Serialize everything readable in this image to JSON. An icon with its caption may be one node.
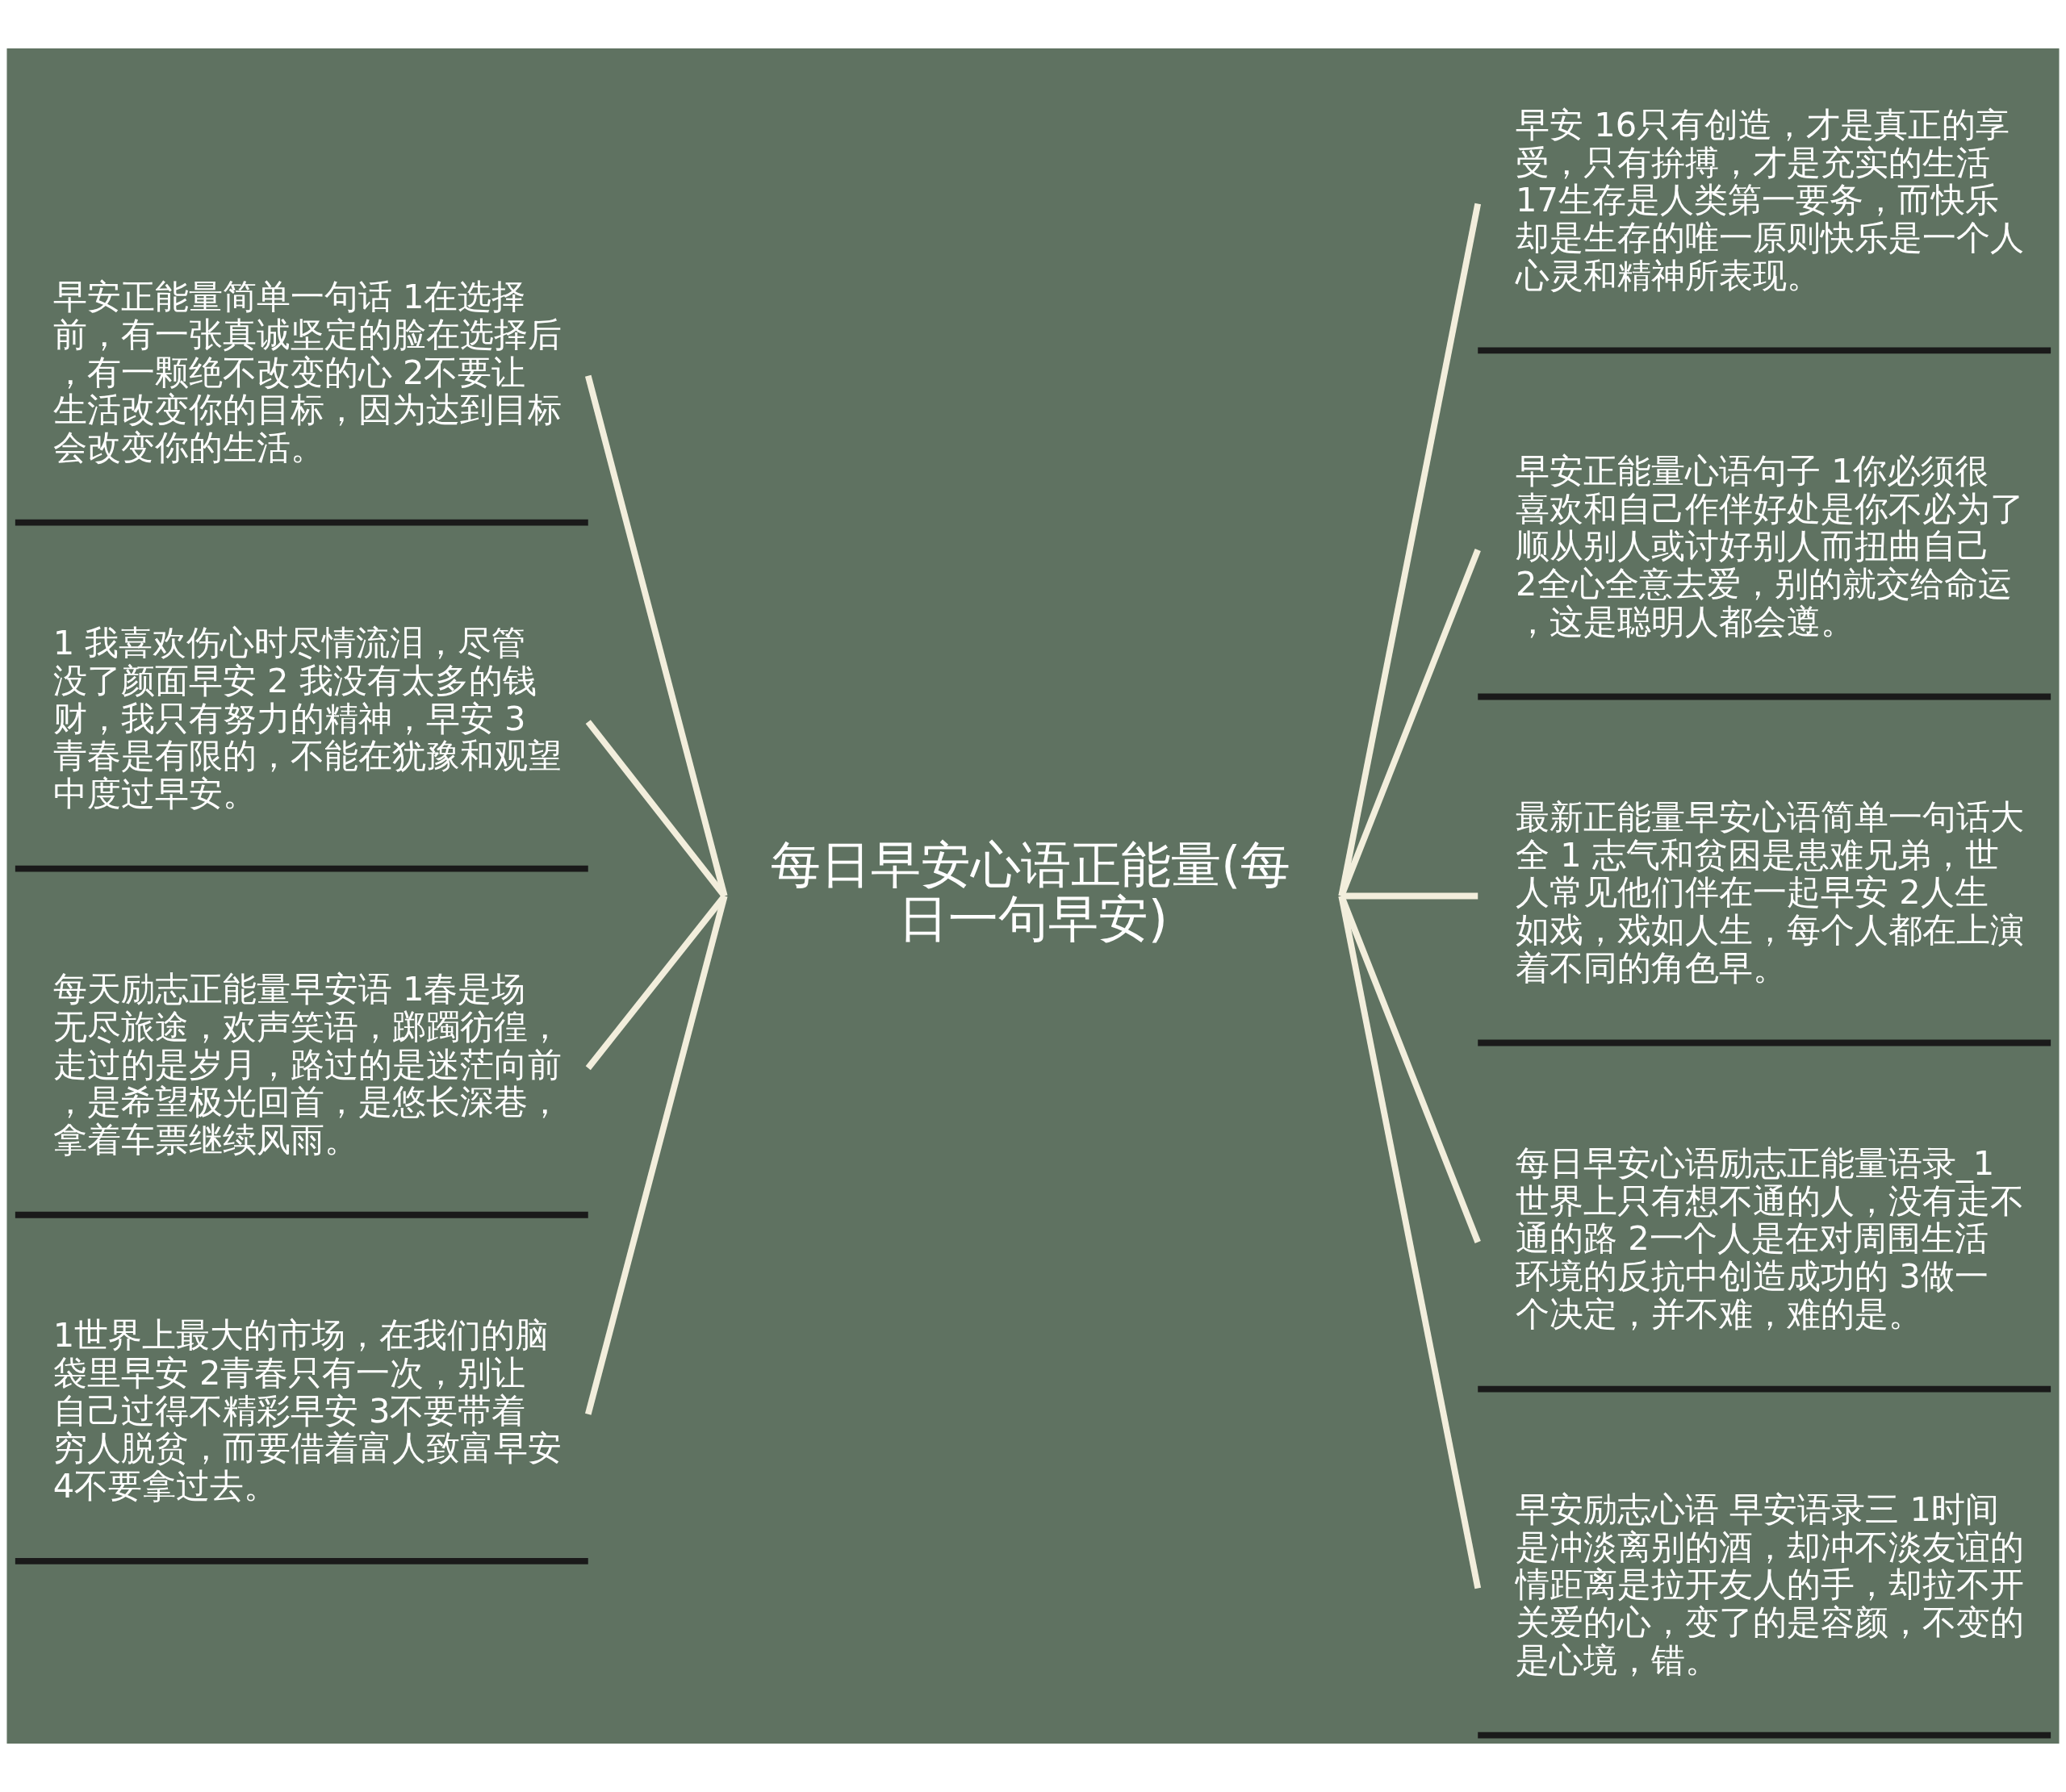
{
  "diagram": {
    "nodes": [
      {
        "text": [
          "每日早安心语正能量(每日一句早安)"
        ]
      },
      {
        "text": [
          "早安正能量简单一句话 1在选择前，有一张真诚坚定的脸在选择后，有一颗绝不改变的心 2不要让生活改变你的目标，因为达到目标会改变你的生活。"
        ]
      },
      {
        "text": [
          "1 我喜欢伤心时尽情流泪，尽管没了颜面早安 2 我没有太多的钱财，我只有努力的精神，早安 3 青春是有限的，不能在犹豫和观望中度过早安。"
        ]
      },
      {
        "text": [
          "每天励志正能量早安语 1春是场无尽旅途，欢声笑语，踯躅彷徨，走过的是岁月，路过的是迷茫向前，是希望极光回首，是悠长深巷，拿着车票继续风雨。"
        ]
      },
      {
        "text": [
          "1世界上最大的市场，在我们的脑袋里早安 2青春只有一次，别让自己过得不精彩早安 3不要带着穷人脱贫，而要借着富人致富早安 4不要拿过去。"
        ]
      },
      {
        "text": [
          "早安 16只有创造，才是真正的享受，只有拚搏，才是充实的生活 17生存是人类第一要务，而快乐却是生存的唯一原则快乐是一个人心灵和精神所表现。"
        ]
      },
      {
        "text": [
          "早安正能量心语句子 1你必须很喜欢和自己作伴好处是你不必为了顺从别人或讨好别人而扭曲自己 2全心全意去爱，别的就交给命运，这是聪明人都会遵。"
        ]
      },
      {
        "text": [
          "最新正能量早安心语简单一句话大全 1 志气和贫困是患难兄弟，世人常见他们伴在一起早安 2人生如戏，戏如人生，每个人都在上演着不同的角色早。"
        ]
      },
      {
        "text": [
          "每日早安心语励志正能量语录_1世界上只有想不通的人，没有走不通的路 2一个人是在对周围生活环境的反抗中创造成功的 3做一个决定，并不难，难的是。"
        ]
      },
      {
        "text": [
          "早安励志心语 早安语录三 1时间是冲淡离别的酒，却冲不淡友谊的情距离是拉开友人的手，却拉不开关爱的心，变了的是容颜，不变的是心境，错。"
        ]
      }
    ],
    "edges": [
      {
        "from": 0,
        "to": 1,
        "arrow": "none"
      },
      {
        "from": 0,
        "to": 2,
        "arrow": "none"
      },
      {
        "from": 0,
        "to": 3,
        "arrow": "none"
      },
      {
        "from": 0,
        "to": 4,
        "arrow": "none"
      },
      {
        "from": 0,
        "to": 5,
        "arrow": "none"
      },
      {
        "from": 0,
        "to": 6,
        "arrow": "none"
      },
      {
        "from": 0,
        "to": 7,
        "arrow": "none"
      },
      {
        "from": 0,
        "to": 8,
        "arrow": "none"
      },
      {
        "from": 0,
        "to": 9,
        "arrow": "none"
      }
    ]
  }
}
